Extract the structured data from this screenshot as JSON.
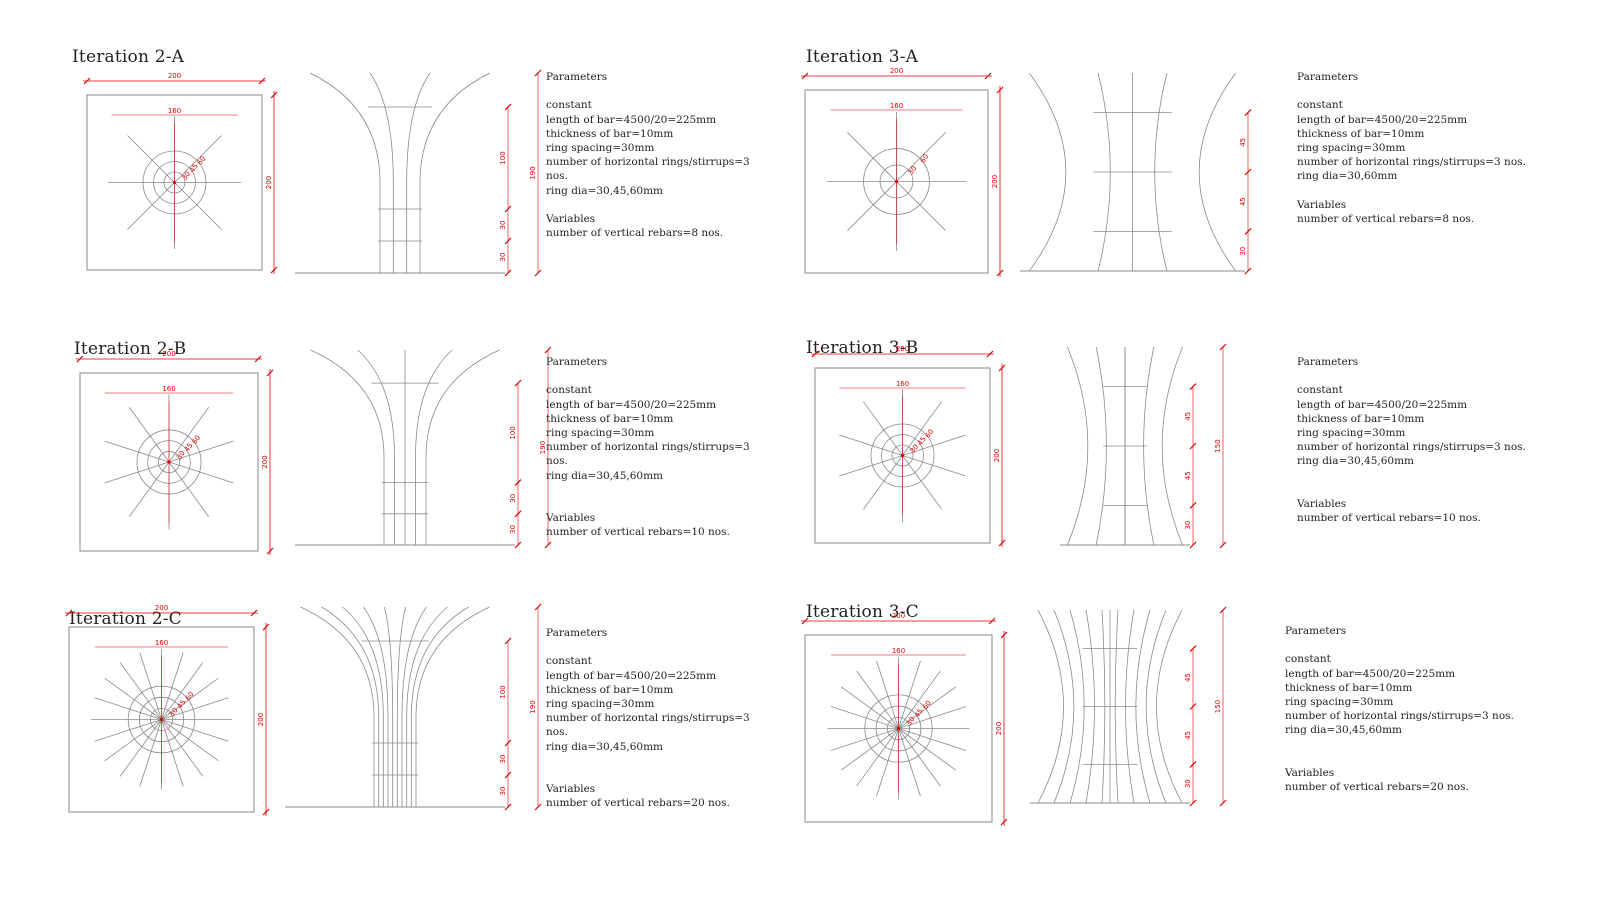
{
  "colors": {
    "line": "#8a8a8a",
    "dim": "#e00000",
    "text": "#222222"
  },
  "iterations": [
    {
      "title": "Iteration 2-A",
      "plan": {
        "dim_w": "200",
        "dim_h": "200",
        "inner_dim": "160",
        "rebars": 8,
        "ring_labels": [
          "30",
          "45",
          "60"
        ]
      },
      "elevation": {
        "shape": "flare-top",
        "rebars": 8,
        "dims": [
          "100",
          "30",
          "30"
        ],
        "total": "190"
      },
      "params": {
        "heading": "Parameters",
        "constant_label": "constant",
        "constant": [
          "length of bar=4500/20=225mm",
          "thickness of bar=10mm",
          "ring spacing=30mm",
          "number of horizontal rings/stirrups=3",
          "nos.",
          "ring dia=30,45,60mm"
        ],
        "variables_label": "Variables",
        "variables": [
          "number of vertical rebars=8 nos."
        ]
      }
    },
    {
      "title": "Iteration 2-B",
      "plan": {
        "dim_w": "200",
        "dim_h": "200",
        "inner_dim": "160",
        "rebars": 10,
        "ring_labels": [
          "30",
          "45",
          "60"
        ]
      },
      "elevation": {
        "shape": "flare-top",
        "rebars": 10,
        "dims": [
          "100",
          "30",
          "30"
        ],
        "total": "190"
      },
      "params": {
        "heading": "Parameters",
        "constant_label": "constant",
        "constant": [
          "length of bar=4500/20=225mm",
          "thickness of bar=10mm",
          "ring spacing=30mm",
          "number of horizontal rings/stirrups=3",
          "nos.",
          "ring dia=30,45,60mm"
        ],
        "variables_label": "Variables",
        "variables": [
          "number of vertical rebars=10 nos."
        ]
      }
    },
    {
      "title": "Iteration 2-C",
      "plan": {
        "dim_w": "200",
        "dim_h": "200",
        "inner_dim": "160",
        "rebars": 20,
        "ring_labels": [
          "30",
          "45",
          "60"
        ]
      },
      "elevation": {
        "shape": "flare-top",
        "rebars": 20,
        "dims": [
          "100",
          "30",
          "30"
        ],
        "total": "190"
      },
      "params": {
        "heading": "Parameters",
        "constant_label": "constant",
        "constant": [
          "length of bar=4500/20=225mm",
          "thickness of bar=10mm",
          "ring spacing=30mm",
          "number of horizontal rings/stirrups=3",
          "nos.",
          "ring dia=30,45,60mm"
        ],
        "variables_label": "Variables",
        "variables": [
          "number of vertical rebars=20 nos."
        ]
      }
    },
    {
      "title": "Iteration 3-A",
      "plan": {
        "dim_w": "200",
        "dim_h": "200",
        "inner_dim": "160",
        "rebars": 8,
        "ring_labels": [
          "30",
          "60"
        ]
      },
      "elevation": {
        "shape": "hourglass",
        "rebars": 8,
        "dims": [
          "45",
          "45",
          "30"
        ],
        "total": ""
      },
      "params": {
        "heading": "Parameters",
        "constant_label": "constant",
        "constant": [
          "length of bar=4500/20=225mm",
          "thickness of bar=10mm",
          "ring spacing=30mm",
          "number of horizontal rings/stirrups=3 nos.",
          "ring dia=30,60mm"
        ],
        "variables_label": "Variables",
        "variables": [
          "number of vertical rebars=8 nos."
        ]
      }
    },
    {
      "title": "Iteration 3-B",
      "plan": {
        "dim_w": "200",
        "dim_h": "200",
        "inner_dim": "160",
        "rebars": 10,
        "ring_labels": [
          "30",
          "45",
          "60"
        ]
      },
      "elevation": {
        "shape": "hourglass",
        "rebars": 10,
        "dims": [
          "45",
          "45",
          "30"
        ],
        "total": "150"
      },
      "params": {
        "heading": "Parameters",
        "constant_label": "constant",
        "constant": [
          "length of bar=4500/20=225mm",
          "thickness of bar=10mm",
          "ring spacing=30mm",
          "number of horizontal rings/stirrups=3 nos.",
          "ring dia=30,45,60mm"
        ],
        "variables_label": "Variables",
        "variables": [
          "number of vertical rebars=10 nos."
        ]
      }
    },
    {
      "title": "Iteration 3-C",
      "plan": {
        "dim_w": "200",
        "dim_h": "200",
        "inner_dim": "160",
        "rebars": 20,
        "ring_labels": [
          "30",
          "45",
          "60"
        ]
      },
      "elevation": {
        "shape": "hourglass",
        "rebars": 20,
        "dims": [
          "45",
          "45",
          "30"
        ],
        "total": "150"
      },
      "params": {
        "heading": "Parameters",
        "constant_label": "constant",
        "constant": [
          "length of bar=4500/20=225mm",
          "thickness of bar=10mm",
          "ring spacing=30mm",
          "number of horizontal rings/stirrups=3 nos.",
          "ring dia=30,45,60mm"
        ],
        "variables_label": "Variables",
        "variables": [
          "number of vertical rebars=20 nos."
        ]
      }
    }
  ]
}
